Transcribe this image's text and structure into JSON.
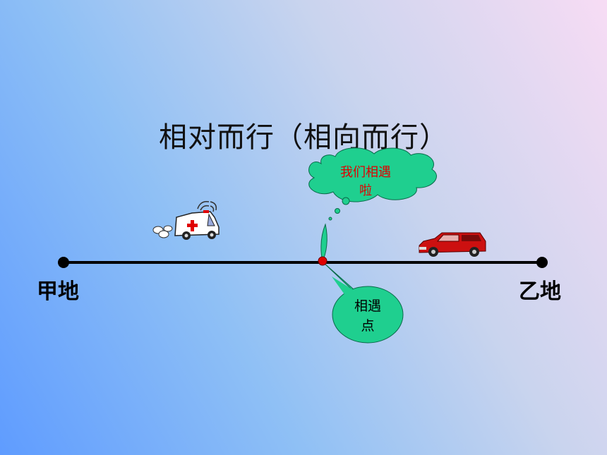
{
  "title": "相对而行（相向而行）",
  "labels": {
    "start": "甲地",
    "end": "乙地"
  },
  "cloud_callout": {
    "line1": "我们相遇",
    "line2": "啦"
  },
  "meeting_callout": {
    "line1": "相遇",
    "line2": "点"
  },
  "colors": {
    "callout_fill": "#1fcf8f",
    "cloud_text": "#e00000",
    "meeting_point": "#e00000",
    "line": "#000000",
    "car": "#cc1010"
  },
  "icons": [
    "ambulance-icon",
    "red-car-icon"
  ]
}
